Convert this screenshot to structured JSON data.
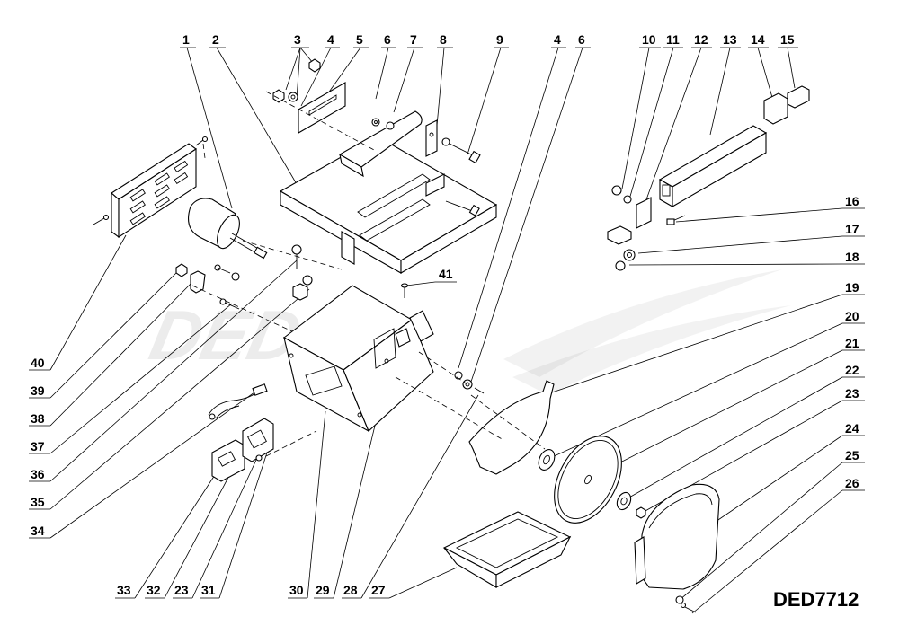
{
  "model_code": "DED7712",
  "watermark": "DEDRA",
  "callouts": {
    "top": [
      "1",
      "2",
      "3",
      "4",
      "5",
      "6",
      "7",
      "8",
      "9",
      "4",
      "6",
      "10",
      "11",
      "12",
      "13",
      "14",
      "15"
    ],
    "right": [
      "16",
      "17",
      "18",
      "19",
      "20",
      "21",
      "22",
      "23",
      "24",
      "25",
      "26"
    ],
    "left": [
      "40",
      "39",
      "38",
      "37",
      "36",
      "35",
      "34"
    ],
    "bottom": [
      "33",
      "32",
      "23",
      "31",
      "30",
      "29",
      "28",
      "27"
    ],
    "inner": [
      "41"
    ]
  }
}
